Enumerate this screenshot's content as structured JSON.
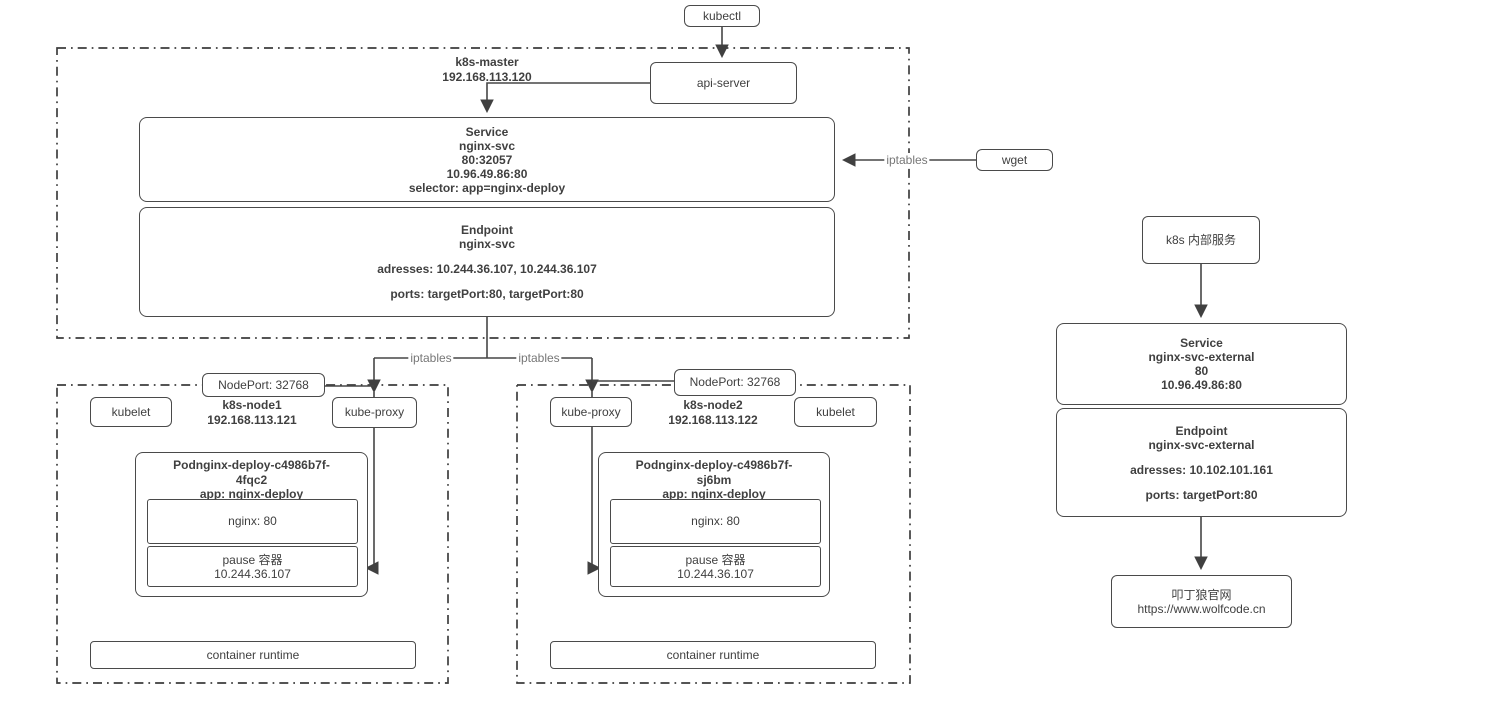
{
  "colors": {
    "line": "#4a4a4a",
    "border": "#4a4a4a",
    "text": "#404040",
    "muted_label": "#777777",
    "background": "#ffffff"
  },
  "kubectl": {
    "label": "kubectl"
  },
  "api_server": {
    "label": "api-server"
  },
  "wget": {
    "label": "wget"
  },
  "iptables_labels": {
    "wget_line": "iptables",
    "node1_line": "iptables",
    "node2_line": "iptables"
  },
  "master": {
    "name": "k8s-master",
    "ip": "192.168.113.120",
    "service": {
      "type": "Service",
      "name": "nginx-svc",
      "port_mapping": "80:32057",
      "cluster_ip": "10.96.49.86:80",
      "selector": "selector: app=nginx-deploy"
    },
    "endpoint": {
      "type": "Endpoint",
      "name": "nginx-svc",
      "addresses": "adresses: 10.244.36.107, 10.244.36.107",
      "ports": "ports: targetPort:80, targetPort:80"
    }
  },
  "node1": {
    "name": "k8s-node1",
    "ip": "192.168.113.121",
    "kubelet": "kubelet",
    "kube_proxy": "kube-proxy",
    "nodeport": "NodePort: 32768",
    "pod": {
      "name_line1": "Podnginx-deploy-c4986b7f-",
      "name_line2": "4fqc2",
      "app": "app: nginx-deploy",
      "nginx_container": "nginx: 80",
      "pause_container": "pause 容器",
      "pause_ip": "10.244.36.107"
    },
    "runtime": "container runtime"
  },
  "node2": {
    "name": "k8s-node2",
    "ip": "192.168.113.122",
    "kubelet": "kubelet",
    "kube_proxy": "kube-proxy",
    "nodeport": "NodePort: 32768",
    "pod": {
      "name_line1": "Podnginx-deploy-c4986b7f-",
      "name_line2": "sj6bm",
      "app": "app: nginx-deploy",
      "nginx_container": "nginx: 80",
      "pause_container": "pause 容器",
      "pause_ip": "10.244.36.107"
    },
    "runtime": "container runtime"
  },
  "external": {
    "entry": "k8s 内部服务",
    "service": {
      "type": "Service",
      "name": "nginx-svc-external",
      "port": "80",
      "cluster_ip": "10.96.49.86:80"
    },
    "endpoint": {
      "type": "Endpoint",
      "name": "nginx-svc-external",
      "addresses": "adresses: 10.102.101.161",
      "ports": "ports: targetPort:80"
    },
    "site": {
      "name": "叩丁狼官网",
      "url": "https://www.wolfcode.cn"
    }
  }
}
